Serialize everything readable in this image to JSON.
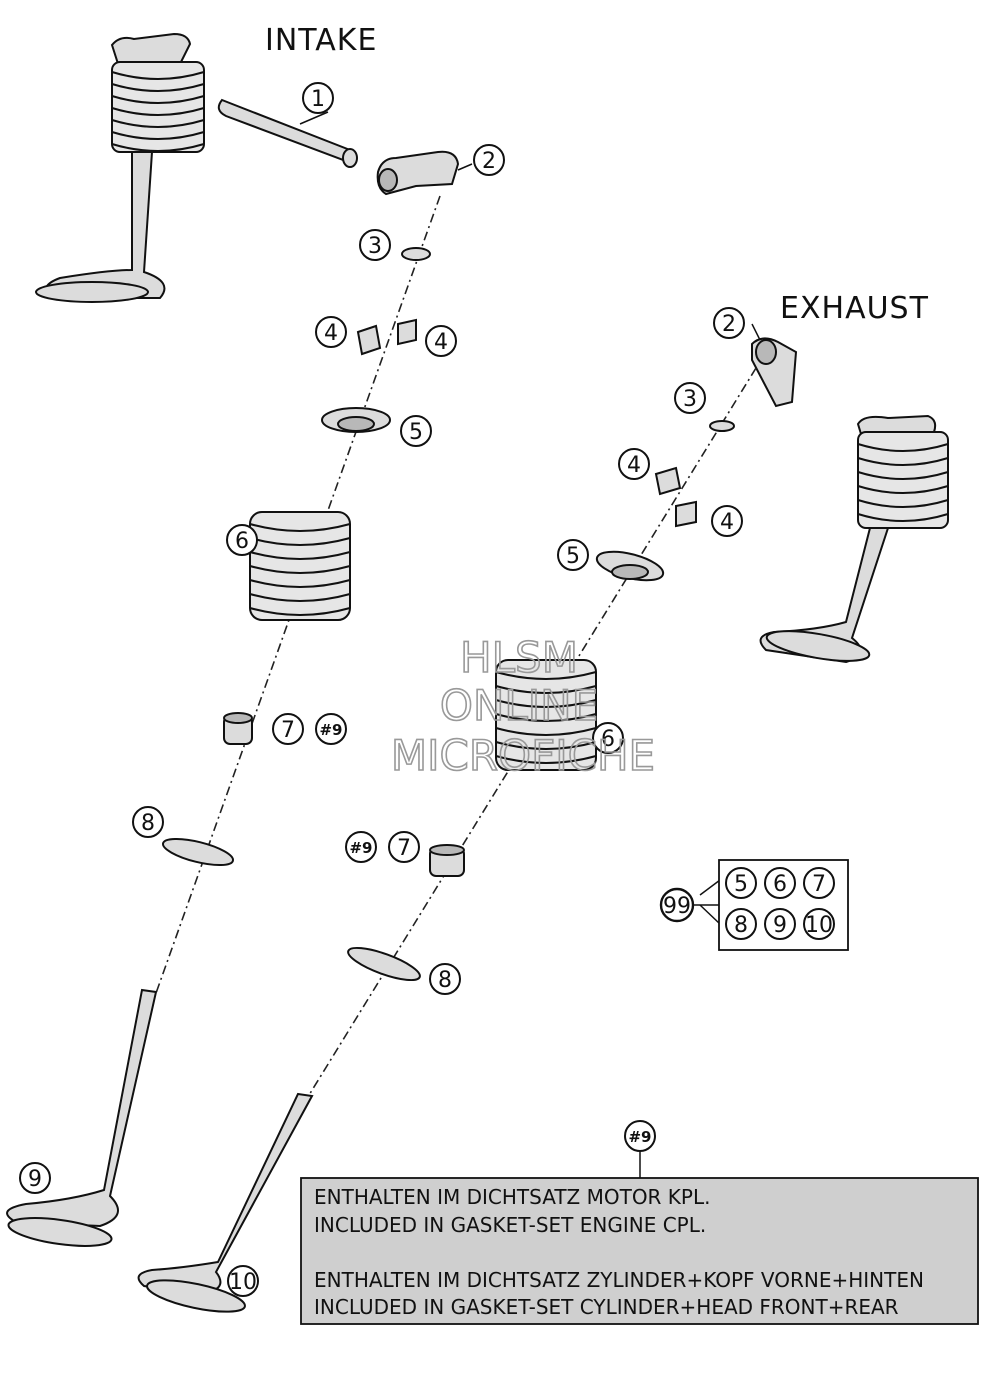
{
  "labels": {
    "intake": "INTAKE",
    "exhaust": "EXHAUST"
  },
  "callouts": {
    "c1": "1",
    "c2": "2",
    "c3": "3",
    "c4": "4",
    "c5": "5",
    "c6": "6",
    "c7": "7",
    "c8": "8",
    "c9": "9",
    "c10": "10",
    "c99": "99",
    "ref9": "#9"
  },
  "kit": {
    "items": [
      "5",
      "6",
      "7",
      "8",
      "9",
      "10"
    ]
  },
  "watermark": {
    "line1": "HLSM",
    "line2": "ONLINE",
    "line3": "MICROFICHE"
  },
  "note": {
    "ref": "#9",
    "line1": "ENTHALTEN IM DICHTSATZ MOTOR KPL.",
    "line2": "INCLUDED IN GASKET-SET ENGINE CPL.",
    "line3": "ENTHALTEN IM DICHTSATZ ZYLINDER+KOPF VORNE+HINTEN",
    "line4": "INCLUDED IN GASKET-SET CYLINDER+HEAD FRONT+REAR"
  },
  "colors": {
    "line": "#111111",
    "part_fill": "#dcdcdc",
    "note_fill": "#cfcfcf",
    "watermark": "#999999"
  }
}
